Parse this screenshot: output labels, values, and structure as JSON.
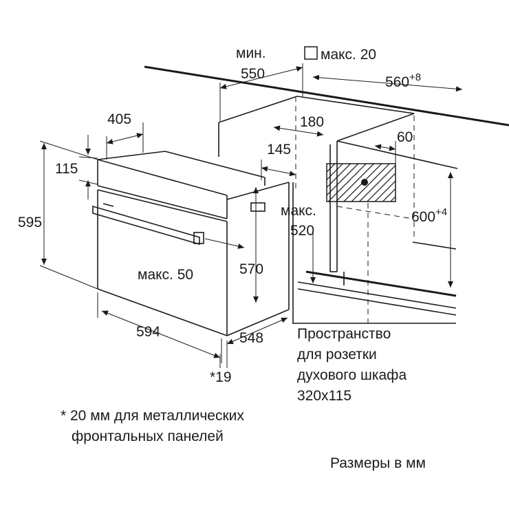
{
  "dimensions": {
    "min_label": "мин.",
    "min_value": "550",
    "max20": "макс. 20",
    "depth_niche": "560",
    "depth_niche_tol": "+8",
    "d405": "405",
    "d180": "180",
    "d145": "145",
    "d60": "60",
    "d115": "115",
    "d595": "595",
    "max520_label": "макс.",
    "max520_value": "520",
    "height_niche": "600",
    "height_niche_tol": "+4",
    "max50": "макс. 50",
    "d570": "570",
    "d594": "594",
    "d548": "548",
    "d19": "*19"
  },
  "socket_note": {
    "line1": "Пространство",
    "line2": "для розетки",
    "line3": "духового шкафа",
    "line4": "320x115"
  },
  "footnote": {
    "line1": "* 20 мм для металлических",
    "line2": "фронтальных панелей"
  },
  "units_note": "Размеры в мм"
}
